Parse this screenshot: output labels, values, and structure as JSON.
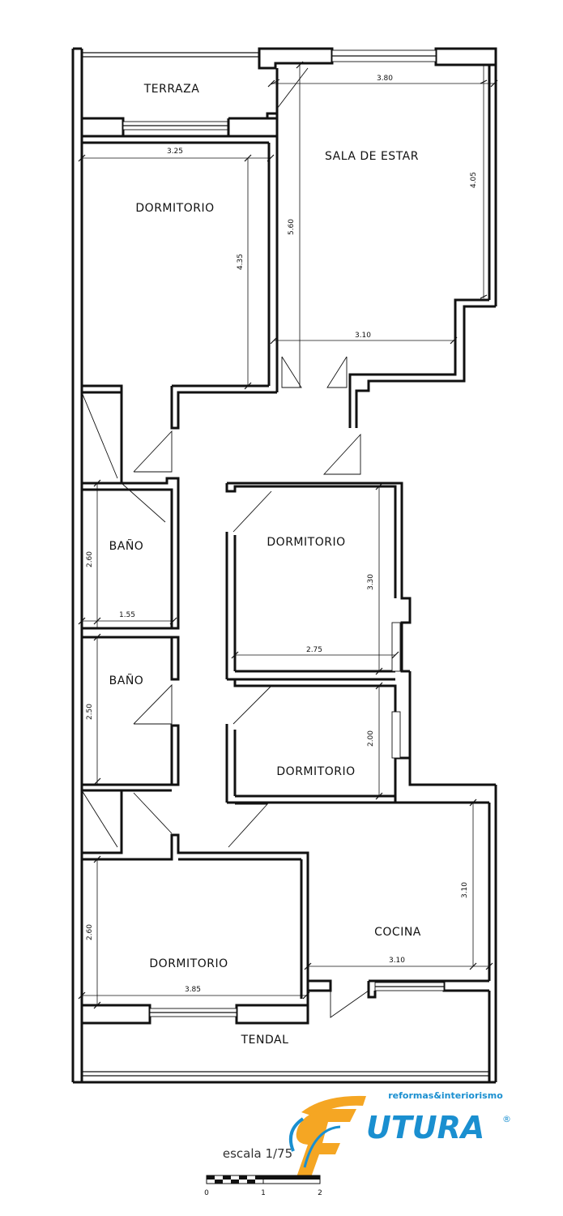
{
  "rooms": {
    "terraza": "TERRAZA",
    "sala": "SALA  DE  ESTAR",
    "dormitorio_1": "DORMITORIO",
    "bano_1": "BAÑO",
    "bano_2": "BAÑO",
    "dormitorio_2": "DORMITORIO",
    "dormitorio_3": "DORMITORIO",
    "dormitorio_4": "DORMITORIO",
    "cocina": "COCINA",
    "tendal": "TENDAL"
  },
  "dimensions": {
    "sala_width": "3.80",
    "sala_height": "4.05",
    "sala_depth": "5.60",
    "sala_bottom": "3.10",
    "dorm1_width": "3.25",
    "dorm1_height": "4.35",
    "bano1_height": "2.60",
    "bano1_width": "1.55",
    "bano2_height": "2.50",
    "dorm2_height": "3.30",
    "dorm2_width": "2.75",
    "dorm3_height": "2.00",
    "dorm4_height": "2.60",
    "dorm4_width": "3.85",
    "cocina_height": "3.10",
    "cocina_width": "3.10"
  },
  "scale": {
    "label": "escala  1/75",
    "ticks": [
      "0",
      "1",
      "2"
    ]
  },
  "logo": {
    "tagline": "reformas&interiorismo",
    "brand": "UTURA",
    "registered": "®",
    "mark_color": "#f5a623",
    "brand_color": "#1a8fd0"
  }
}
